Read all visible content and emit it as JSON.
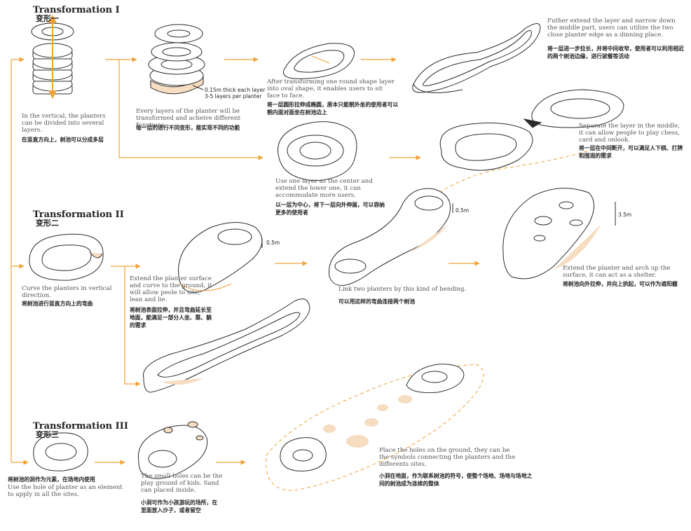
{
  "colors": {
    "arrow": "#f0a23a",
    "shade": "#f6dcc0",
    "outline": "#2b2b2b",
    "dash": "#f0a23a"
  },
  "sections": [
    {
      "title": "Transformation I",
      "title_cn": "变形一"
    },
    {
      "title": "Transformation II",
      "title_cn": "变形二"
    },
    {
      "title": "Transformation III",
      "title_cn": "变形三"
    }
  ],
  "captions": {
    "t1_vertical": {
      "en": "In the vertical, the planters can be divided into several layers.",
      "cn": "在竖直方向上，树池可以分成多层"
    },
    "t1_layers": {
      "en": "Every layers of the planter will be transformed and acheive different functions.",
      "cn": "每一层的进行不同变形，能实现不同的功能"
    },
    "t1_dimension": {
      "thick": "0.15m thick each layer",
      "per": "3-5 layers per planter"
    },
    "t1_oval": {
      "en": "After transforming one round shape layer into oval shape, it enables users to sit face to face.",
      "cn": "将一层圆形拉伸成椭圆，原本只能朝外坐的使用者可以朝内面对面坐在树池边上"
    },
    "t1_extend": {
      "en": "Futher extend the layer and narrow down the middle part, users can utilize the two close planter edge as a dinning place.",
      "cn": "将一层进一步拉长，并将中间收窄，使用者可以利用相近的两个树池边缘，进行就餐等活动"
    },
    "t1_center": {
      "en": "Use one layer as the center and extend the lower one, it can accommodate more users.",
      "cn": "以一层为中心，将下一层向外伸展，可以容纳更多的使用者"
    },
    "t1_separate": {
      "en": "Separate the layer in the middle, it can allow people to play chess, card and onlook.",
      "cn": "将一层在中间断开，可以满足人下棋、打牌和围观的需求"
    },
    "t2_curve": {
      "en": "Curve the planters in vertical direction.",
      "cn": "将树池进行竖直方向上的弯曲"
    },
    "t2_extend": {
      "en": "Extend the planter surface and curve to the ground, it will allow peole to site, lean and lie.",
      "cn": "将树池表面拉伸，并且弯曲延长至地面，能满足一部分人坐、靠、躺的需求"
    },
    "t2_dim_a": "0.5m",
    "t2_link": {
      "en": "Link two planters by this kind of bending.",
      "cn": "可以用这样的弯曲连接两个树池"
    },
    "t2_dim_b": "0.5m",
    "t2_shelter": {
      "en": "Extend the planter and arch up the surface, it can act as a shelter.",
      "cn": "将树池向外拉伸，并向上拱起，可以作为遮阳棚"
    },
    "t2_dim_c": "3.5m",
    "t3_hole": {
      "cn": "将树池的洞作为元素，在场地内使用",
      "en": "Use the hole of planter as an element to apply in all the sites."
    },
    "t3_kids": {
      "en": "The small holes can be the play ground of kids. Sand can placed inside.",
      "cn": "小洞可作为小孩游玩的场所，在里面放入沙子，或者留空"
    },
    "t3_ground": {
      "en": "Place the holes on the ground, they can be the symbols connecting the planters and the differents sites.",
      "cn": "小洞在地面，作为联系树池的符号，使整个场地、场地与场地之间的树池成为连续的整体"
    }
  }
}
